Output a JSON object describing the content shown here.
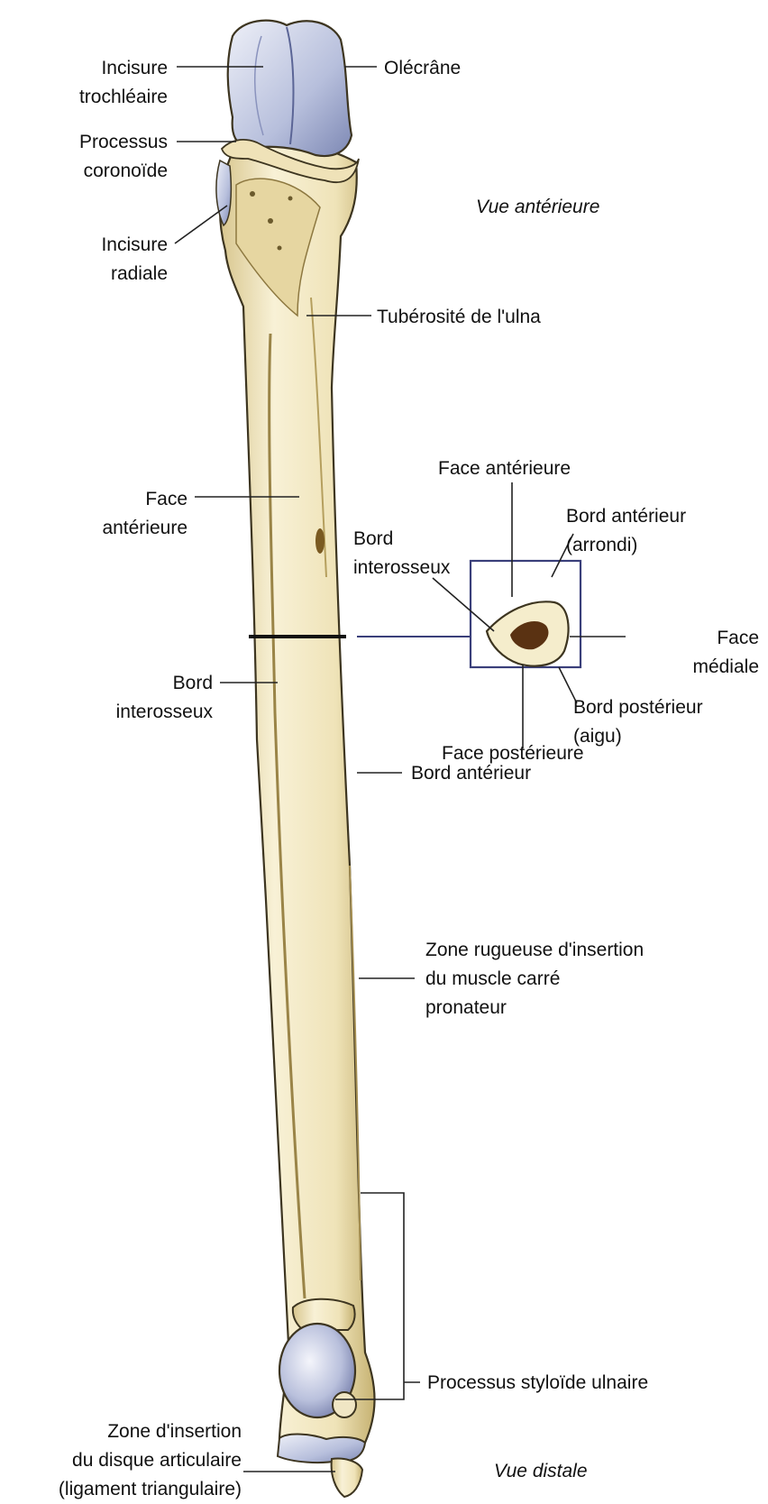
{
  "labels": {
    "incisure_trochleaire": "Incisure\ntrochléaire",
    "olecrane": "Olécrâne",
    "processus_coronoide": "Processus\ncoronoïde",
    "vue_anterieure": "Vue antérieure",
    "incisure_radiale": "Incisure\nradiale",
    "tuberosite": "Tubérosité de l'ulna",
    "face_anterieure_bone": "Face\nantérieure",
    "face_anterieure_section": "Face antérieure",
    "bord_anterieur_arrondi": "Bord antérieur\n(arrondi)",
    "bord_interosseux_section": "Bord\ninterosseux",
    "face_mediale": "Face\nmédiale",
    "bord_posterieur_aigu": "Bord postérieur\n(aigu)",
    "bord_interosseux_bone": "Bord\ninterosseux",
    "face_posterieure": "Face postérieure",
    "bord_anterieur": "Bord antérieur",
    "zone_rugueuse": "Zone rugueuse d'insertion\ndu muscle carré\npronateur",
    "processus_styloide": "Processus styloïde ulnaire",
    "zone_insertion": "Zone d'insertion\ndu disque articulaire\n(ligament triangulaire)",
    "vue_distale": "Vue distale"
  },
  "colors": {
    "bone": "#f4ecc9",
    "bone_shadow": "#c9b474",
    "cartilage": "#a9b4d6",
    "outline": "#3d3520",
    "leader": "#222222",
    "section_box": "#3a3f7a",
    "marrow": "#5a3212"
  }
}
